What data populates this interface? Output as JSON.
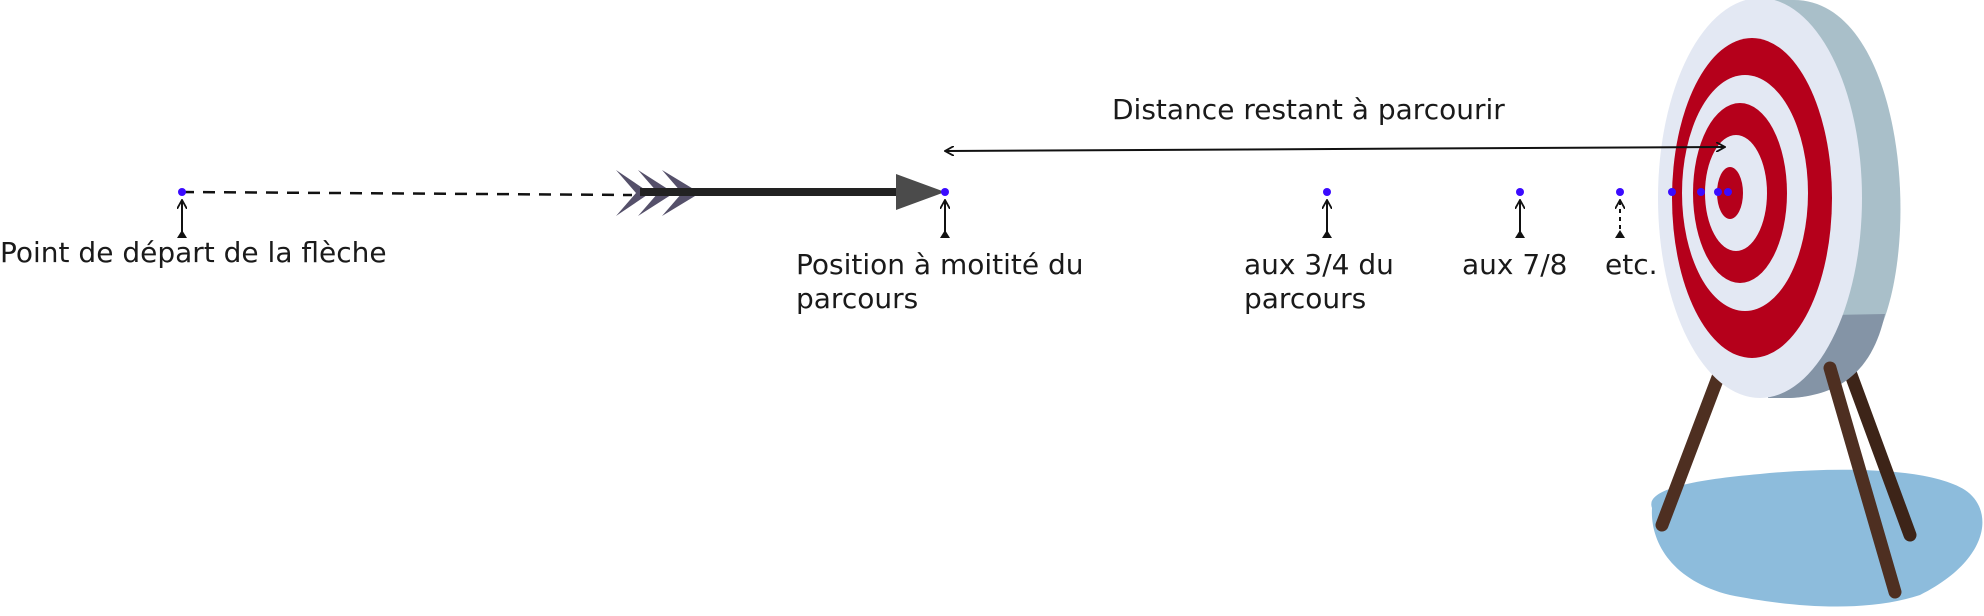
{
  "title": "Distance restant à parcourir",
  "labels": {
    "start": "Point de départ de la flèche",
    "half_line1": "Position à moitité du",
    "half_line2": "parcours",
    "three_quarters_line1": "aux 3/4 du",
    "three_quarters_line2": "parcours",
    "seven_eighths": "aux 7/8",
    "etc": "etc."
  },
  "colors": {
    "point": "#3b0bff",
    "ring_red": "#b5001b",
    "ring_white": "#e3e8f3",
    "target_side": "#a9bfc9",
    "target_side_dark": "#8494a6",
    "stand": "#4e2f21",
    "ground": "#8dbcdc",
    "arrow_shaft": "#222222",
    "arrow_head": "#4b4b4b",
    "fletching": "#55506a"
  }
}
